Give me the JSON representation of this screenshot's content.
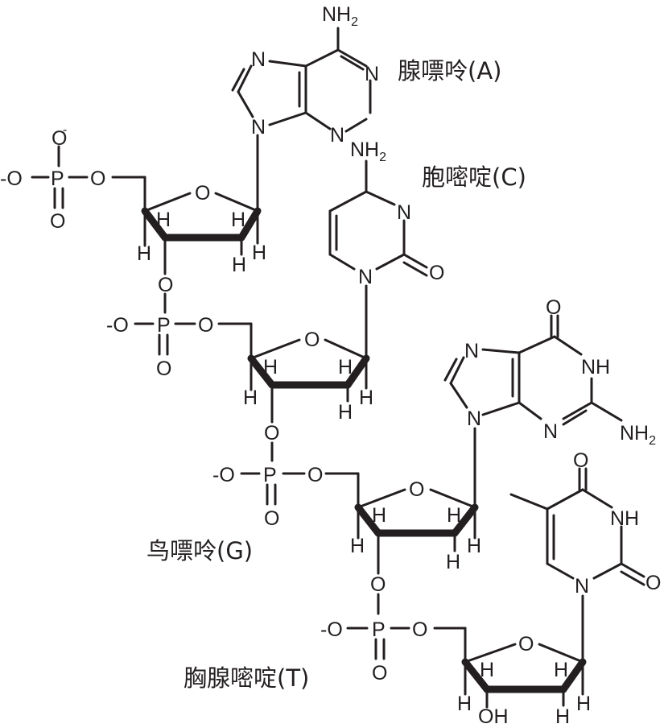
{
  "labels": {
    "adenine": "腺嘌呤(A)",
    "cytosine": "胞嘧啶(C)",
    "guanine": "鸟嘌呤(G)",
    "thymine": "胸腺嘧啶(T)"
  },
  "atoms": {
    "H": "H",
    "N": "N",
    "O": "O",
    "P": "P",
    "NH": "NH",
    "NH2": "NH",
    "sub2": "2",
    "minus": "-",
    "negO": "-O",
    "OH": "OH"
  }
}
